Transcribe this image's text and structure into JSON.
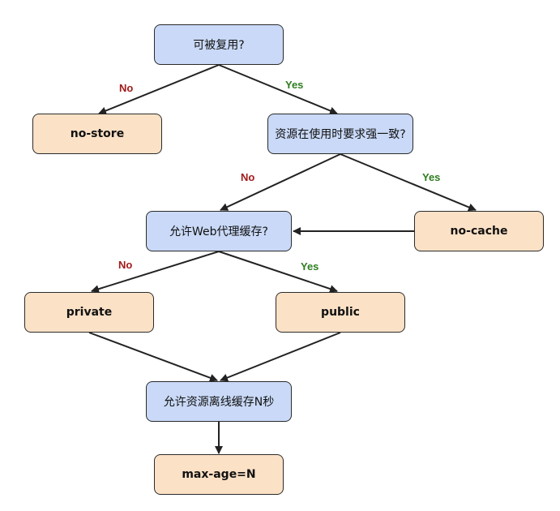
{
  "nodes": {
    "reusable": "可被复用?",
    "no_store": "no-store",
    "revalidate": "资源在使用时要求强一致?",
    "proxy_cache": "允许Web代理缓存?",
    "no_cache": "no-cache",
    "private": "private",
    "public": "public",
    "offline_cache": "允许资源离线缓存N秒",
    "max_age": "max-age=N"
  },
  "edge_labels": {
    "reusable_no": "No",
    "reusable_yes": "Yes",
    "revalidate_no": "No",
    "revalidate_yes": "Yes",
    "proxy_no": "No",
    "proxy_yes": "Yes"
  },
  "colors": {
    "question_fill": "#c9d9f7",
    "answer_fill": "#fbe1c6",
    "no_label": "#a11a1a",
    "yes_label": "#2e7d1f",
    "edge": "#222222"
  }
}
